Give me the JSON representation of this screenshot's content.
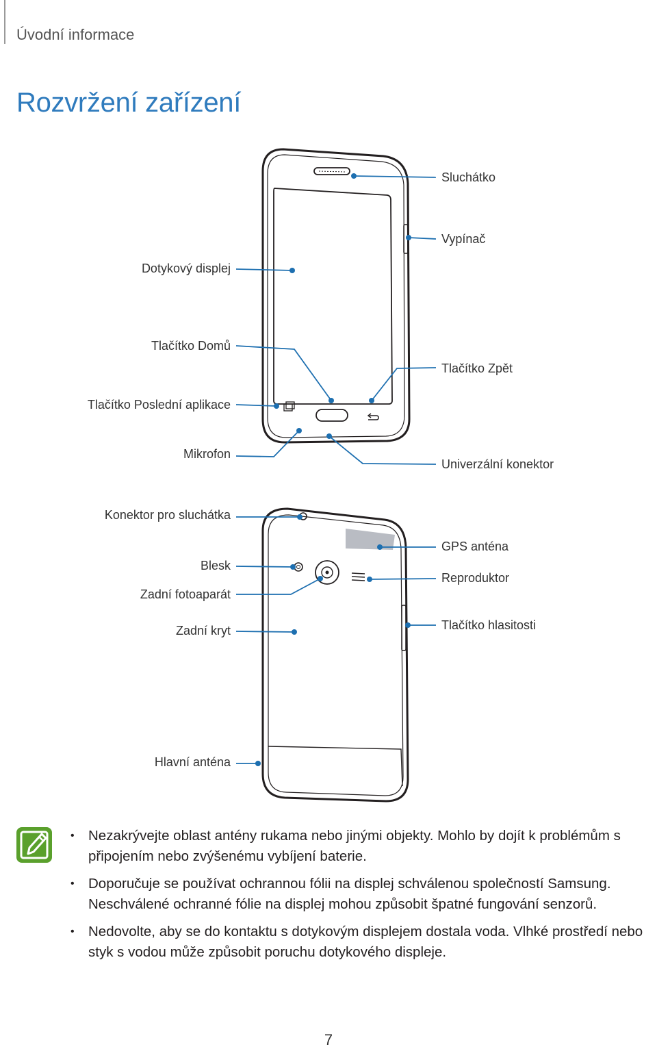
{
  "header": {
    "section": "Úvodní informace"
  },
  "page_title": "Rozvržení zařízení",
  "colors": {
    "accent": "#2f7bbd",
    "callout": "#1d6fb0",
    "note_icon": "#5aa02c"
  },
  "front_labels": {
    "earpiece": "Sluchátko",
    "power": "Vypínač",
    "touchscreen": "Dotykový displej",
    "home": "Tlačítko Domů",
    "back": "Tlačítko Zpět",
    "recent": "Tlačítko Poslední aplikace",
    "mic": "Mikrofon",
    "usb": "Univerzální konektor"
  },
  "back_labels": {
    "headset": "Konektor pro sluchátka",
    "gps": "GPS anténa",
    "flash": "Blesk",
    "speaker": "Reproduktor",
    "rear_camera": "Zadní fotoaparát",
    "cover": "Zadní kryt",
    "volume": "Tlačítko hlasitosti",
    "main_antenna": "Hlavní anténa"
  },
  "notes": [
    "Nezakrývejte oblast antény rukama nebo jinými objekty. Mohlo by dojít k problémům s připojením nebo zvýšenému vybíjení baterie.",
    "Doporučuje se používat ochrannou fólii na displej schválenou společností Samsung. Neschválené ochranné fólie na displej mohou způsobit špatné fungování senzorů.",
    "Nedovolte, aby se do kontaktu s dotykovým displejem dostala voda. Vlhké prostředí nebo styk s vodou může způsobit poruchu dotykového displeje."
  ],
  "bullet_char": "•",
  "page_number": "7"
}
